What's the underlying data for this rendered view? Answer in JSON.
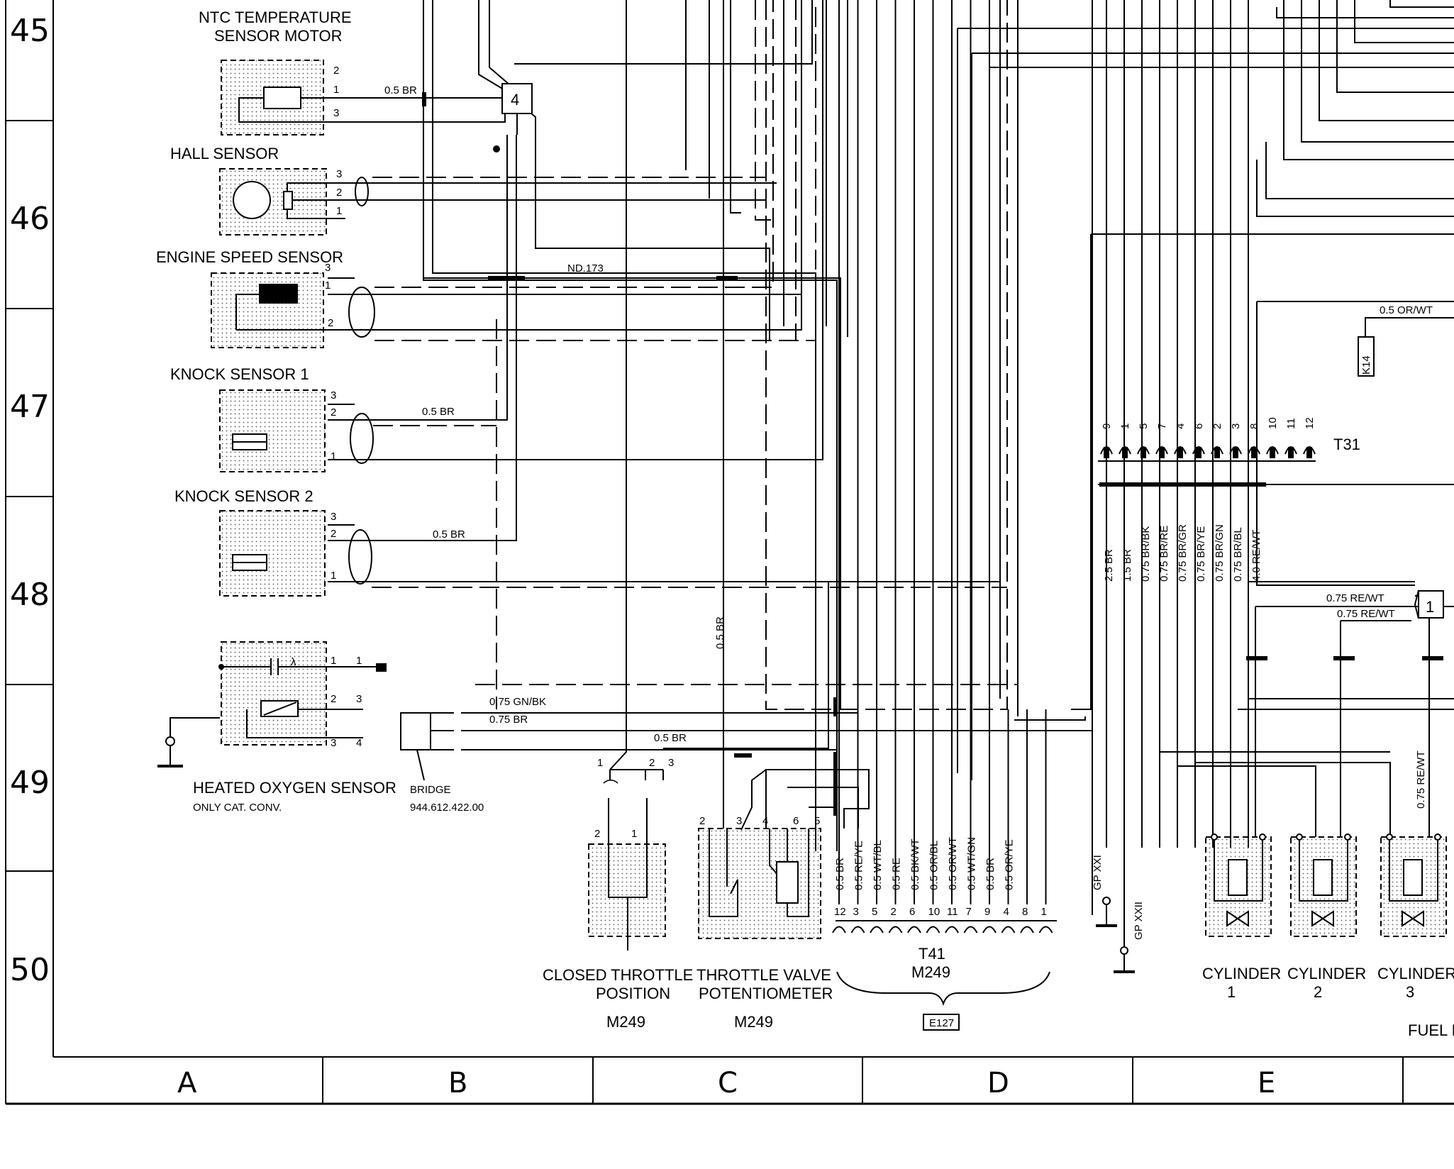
{
  "grid": {
    "rows": [
      "45",
      "46",
      "47",
      "48",
      "49",
      "50"
    ],
    "columns": [
      "A",
      "B",
      "C",
      "D",
      "E"
    ]
  },
  "components": {
    "ntc_sensor": {
      "title_line1": "NTC TEMPERATURE",
      "title_line2": "SENSOR MOTOR",
      "pins": [
        "2",
        "1",
        "3"
      ],
      "wire": "0.5 BR"
    },
    "hall_sensor": {
      "title": "HALL SENSOR",
      "pins": [
        "3",
        "2",
        "1"
      ]
    },
    "engine_speed_sensor": {
      "title": "ENGINE SPEED SENSOR",
      "pins": [
        "3",
        "1",
        "2"
      ]
    },
    "knock_sensor_1": {
      "title": "KNOCK SENSOR 1",
      "pins": [
        "3",
        "2",
        "1"
      ],
      "wire": "0.5 BR"
    },
    "knock_sensor_2": {
      "title": "KNOCK SENSOR 2",
      "pins": [
        "3",
        "2",
        "1"
      ],
      "wire": "0.5 BR"
    },
    "oxygen_sensor": {
      "title": "HEATED OXYGEN SENSOR",
      "note": "ONLY CAT. CONV.",
      "lambda": "λ",
      "pins": [
        "1",
        "1",
        "2",
        "3",
        "3",
        "4"
      ]
    },
    "bridge": {
      "title": "BRIDGE",
      "part": "944.612.422.00",
      "wire1": "0.75 GN/BK",
      "wire2": "0.75 BR"
    },
    "closed_throttle": {
      "title_line1": "CLOSED THROTTLE",
      "title_line2": "POSITION",
      "code": "M249",
      "pins": [
        "1",
        "2",
        "3",
        "2",
        "1"
      ]
    },
    "throttle_pot": {
      "title_line1": "THROTTLE VALVE",
      "title_line2": "POTENTIOMETER",
      "code": "M249",
      "pins": [
        "2",
        "3",
        "4",
        "6",
        "5"
      ]
    },
    "connector_t41": {
      "name": "T41",
      "code": "M249",
      "ref": "E127",
      "pins": [
        "12",
        "3",
        "5",
        "2",
        "6",
        "10",
        "11",
        "7",
        "9",
        "4",
        "8",
        "1"
      ],
      "wires": [
        "0.5 BR",
        "0.5 RE/YE",
        "0.5 WT/BL",
        "0.5 RE",
        "0.5 BK/WT",
        "0.5 OR/BL",
        "0.5 OR/WT",
        "0.5 WT/GN",
        "0.5 BR",
        "0.5 OR/YE"
      ]
    },
    "connector_t31": {
      "name": "T31",
      "pins": [
        "9",
        "1",
        "5",
        "7",
        "4",
        "6",
        "2",
        "3",
        "8",
        "10",
        "11",
        "12"
      ],
      "wires": [
        "2.5 BR",
        "1.5 BR",
        "0.75 BR/BK",
        "0.75 BR/RE",
        "0.75 BR/GR",
        "0.75 BR/YE",
        "0.75 BR/GN",
        "0.75 BR/BL",
        "4.0 RE/WT"
      ]
    },
    "ground_points": {
      "gp1": "GP XXI",
      "gp2": "GP XXII"
    },
    "junction_4": "4",
    "junction_1": "1",
    "nd_label": "ND.173",
    "k14": {
      "label": "K14",
      "wire": "0.5 OR/WT"
    },
    "relay_wires": {
      "w1": "0.75 RE/WT",
      "w2": "0.75 RE/WT",
      "w3": "0.75 RE/WT"
    },
    "misc_wire": "0.5 BR",
    "c_wire": "0.5 BR",
    "cylinders": [
      {
        "label": "CYLINDER",
        "num": "1"
      },
      {
        "label": "CYLINDER",
        "num": "2"
      },
      {
        "label": "CYLINDER",
        "num": "3"
      }
    ],
    "fuel_label": "FUEL I"
  }
}
